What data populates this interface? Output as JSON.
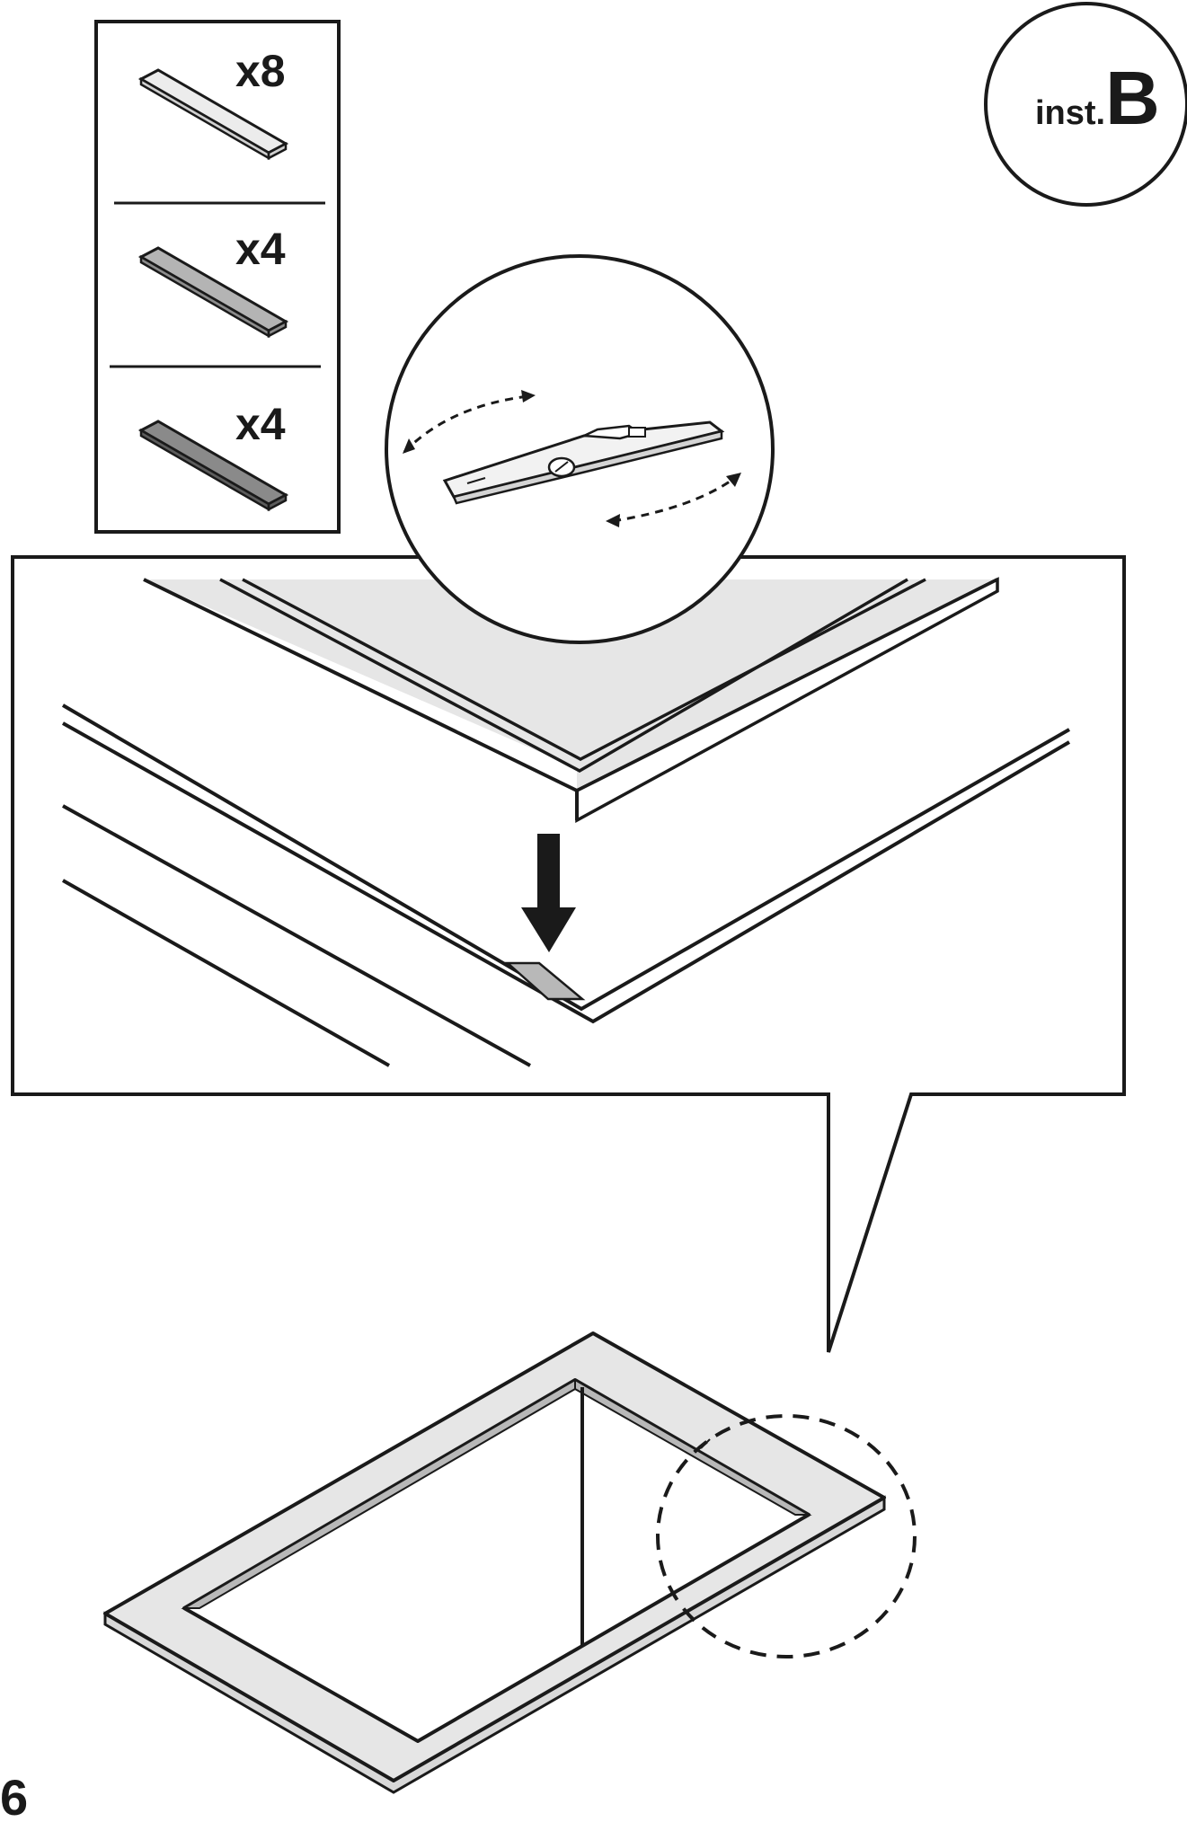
{
  "parts": [
    {
      "qty": "x8",
      "shade": "#ececec"
    },
    {
      "qty": "x4",
      "shade": "#b4b4b4"
    },
    {
      "qty": "x4",
      "shade": "#8a8a8a"
    }
  ],
  "instruction": {
    "prefix": "inst.",
    "letter": "B"
  },
  "step_number": "6",
  "colors": {
    "line": "#1a1a1a",
    "panel": "#e6e6e6",
    "strip": "#b8b8b8"
  },
  "icons": [
    "spirit-level-icon",
    "down-arrow-icon",
    "rotate-arrows-icon"
  ]
}
